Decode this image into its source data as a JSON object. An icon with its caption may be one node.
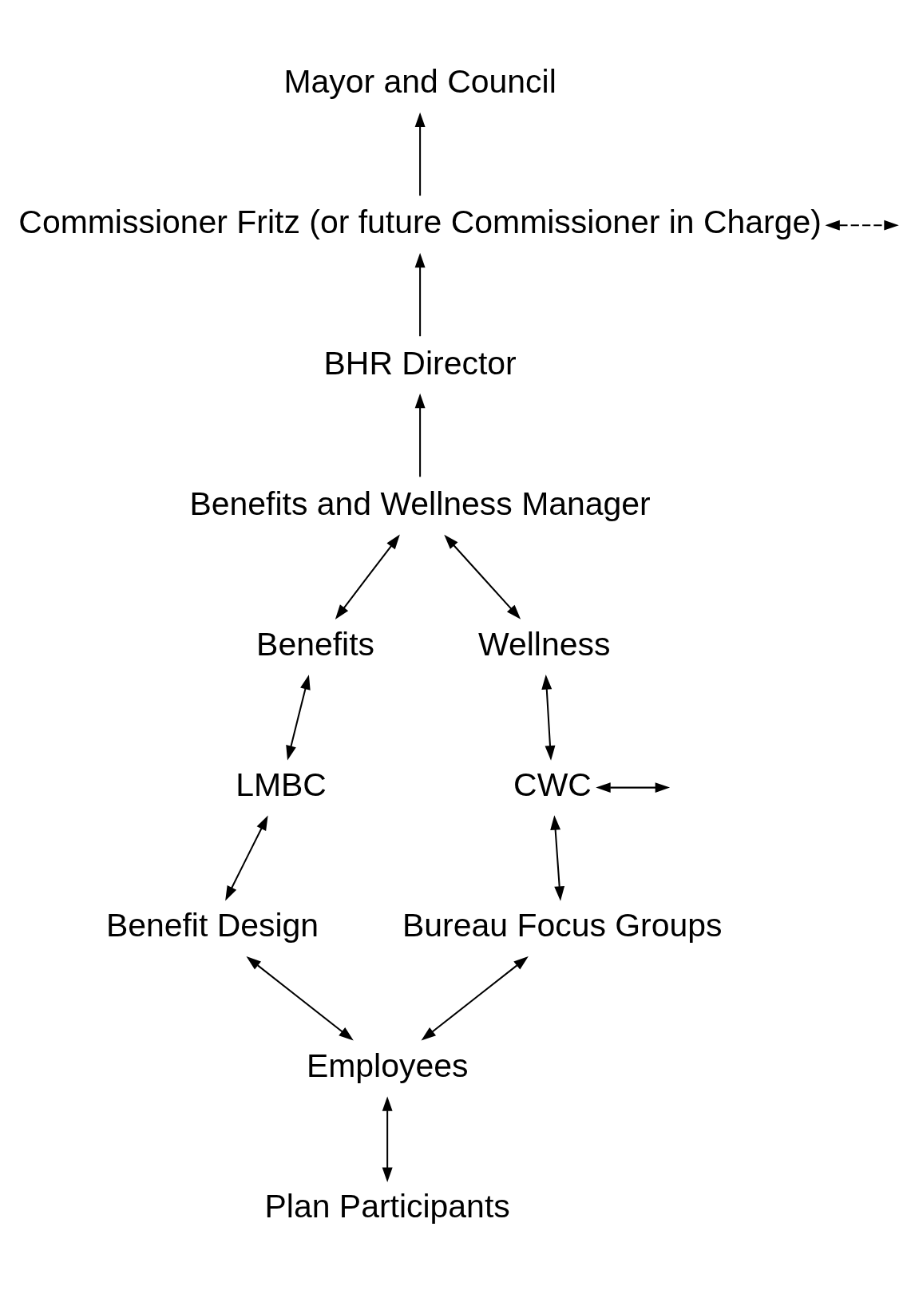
{
  "diagram": {
    "nodes": [
      {
        "text": [
          "Mayor and Council"
        ]
      },
      {
        "text": [
          "Commissioner Fritz (or future Commissioner in Charge)"
        ]
      },
      {
        "text": [
          "BHR Director"
        ]
      },
      {
        "text": [
          "Benefits and Wellness Manager"
        ]
      },
      {
        "text": [
          "Benefits"
        ]
      },
      {
        "text": [
          "Wellness"
        ]
      },
      {
        "text": [
          "LMBC"
        ]
      },
      {
        "text": [
          "CWC"
        ]
      },
      {
        "text": [
          "Benefit Design"
        ]
      },
      {
        "text": [
          "Bureau Focus Groups"
        ]
      },
      {
        "text": [
          "Employees"
        ]
      },
      {
        "text": [
          "Plan Participants"
        ]
      }
    ],
    "edges": [
      {
        "from": 1,
        "to": 0,
        "arrow": "to"
      },
      {
        "from": 1,
        "to": null,
        "arrow": "both",
        "style": "dashed"
      },
      {
        "from": 2,
        "to": 1,
        "arrow": "to"
      },
      {
        "from": 3,
        "to": 2,
        "arrow": "to"
      },
      {
        "from": 3,
        "to": 4,
        "arrow": "both"
      },
      {
        "from": 3,
        "to": 5,
        "arrow": "both"
      },
      {
        "from": 4,
        "to": 6,
        "arrow": "both"
      },
      {
        "from": 5,
        "to": 7,
        "arrow": "both"
      },
      {
        "from": 7,
        "to": null,
        "arrow": "both"
      },
      {
        "from": 6,
        "to": 8,
        "arrow": "both"
      },
      {
        "from": 7,
        "to": 9,
        "arrow": "both"
      },
      {
        "from": 8,
        "to": 10,
        "arrow": "both"
      },
      {
        "from": 9,
        "to": 10,
        "arrow": "both"
      },
      {
        "from": 10,
        "to": 11,
        "arrow": "both"
      }
    ]
  }
}
